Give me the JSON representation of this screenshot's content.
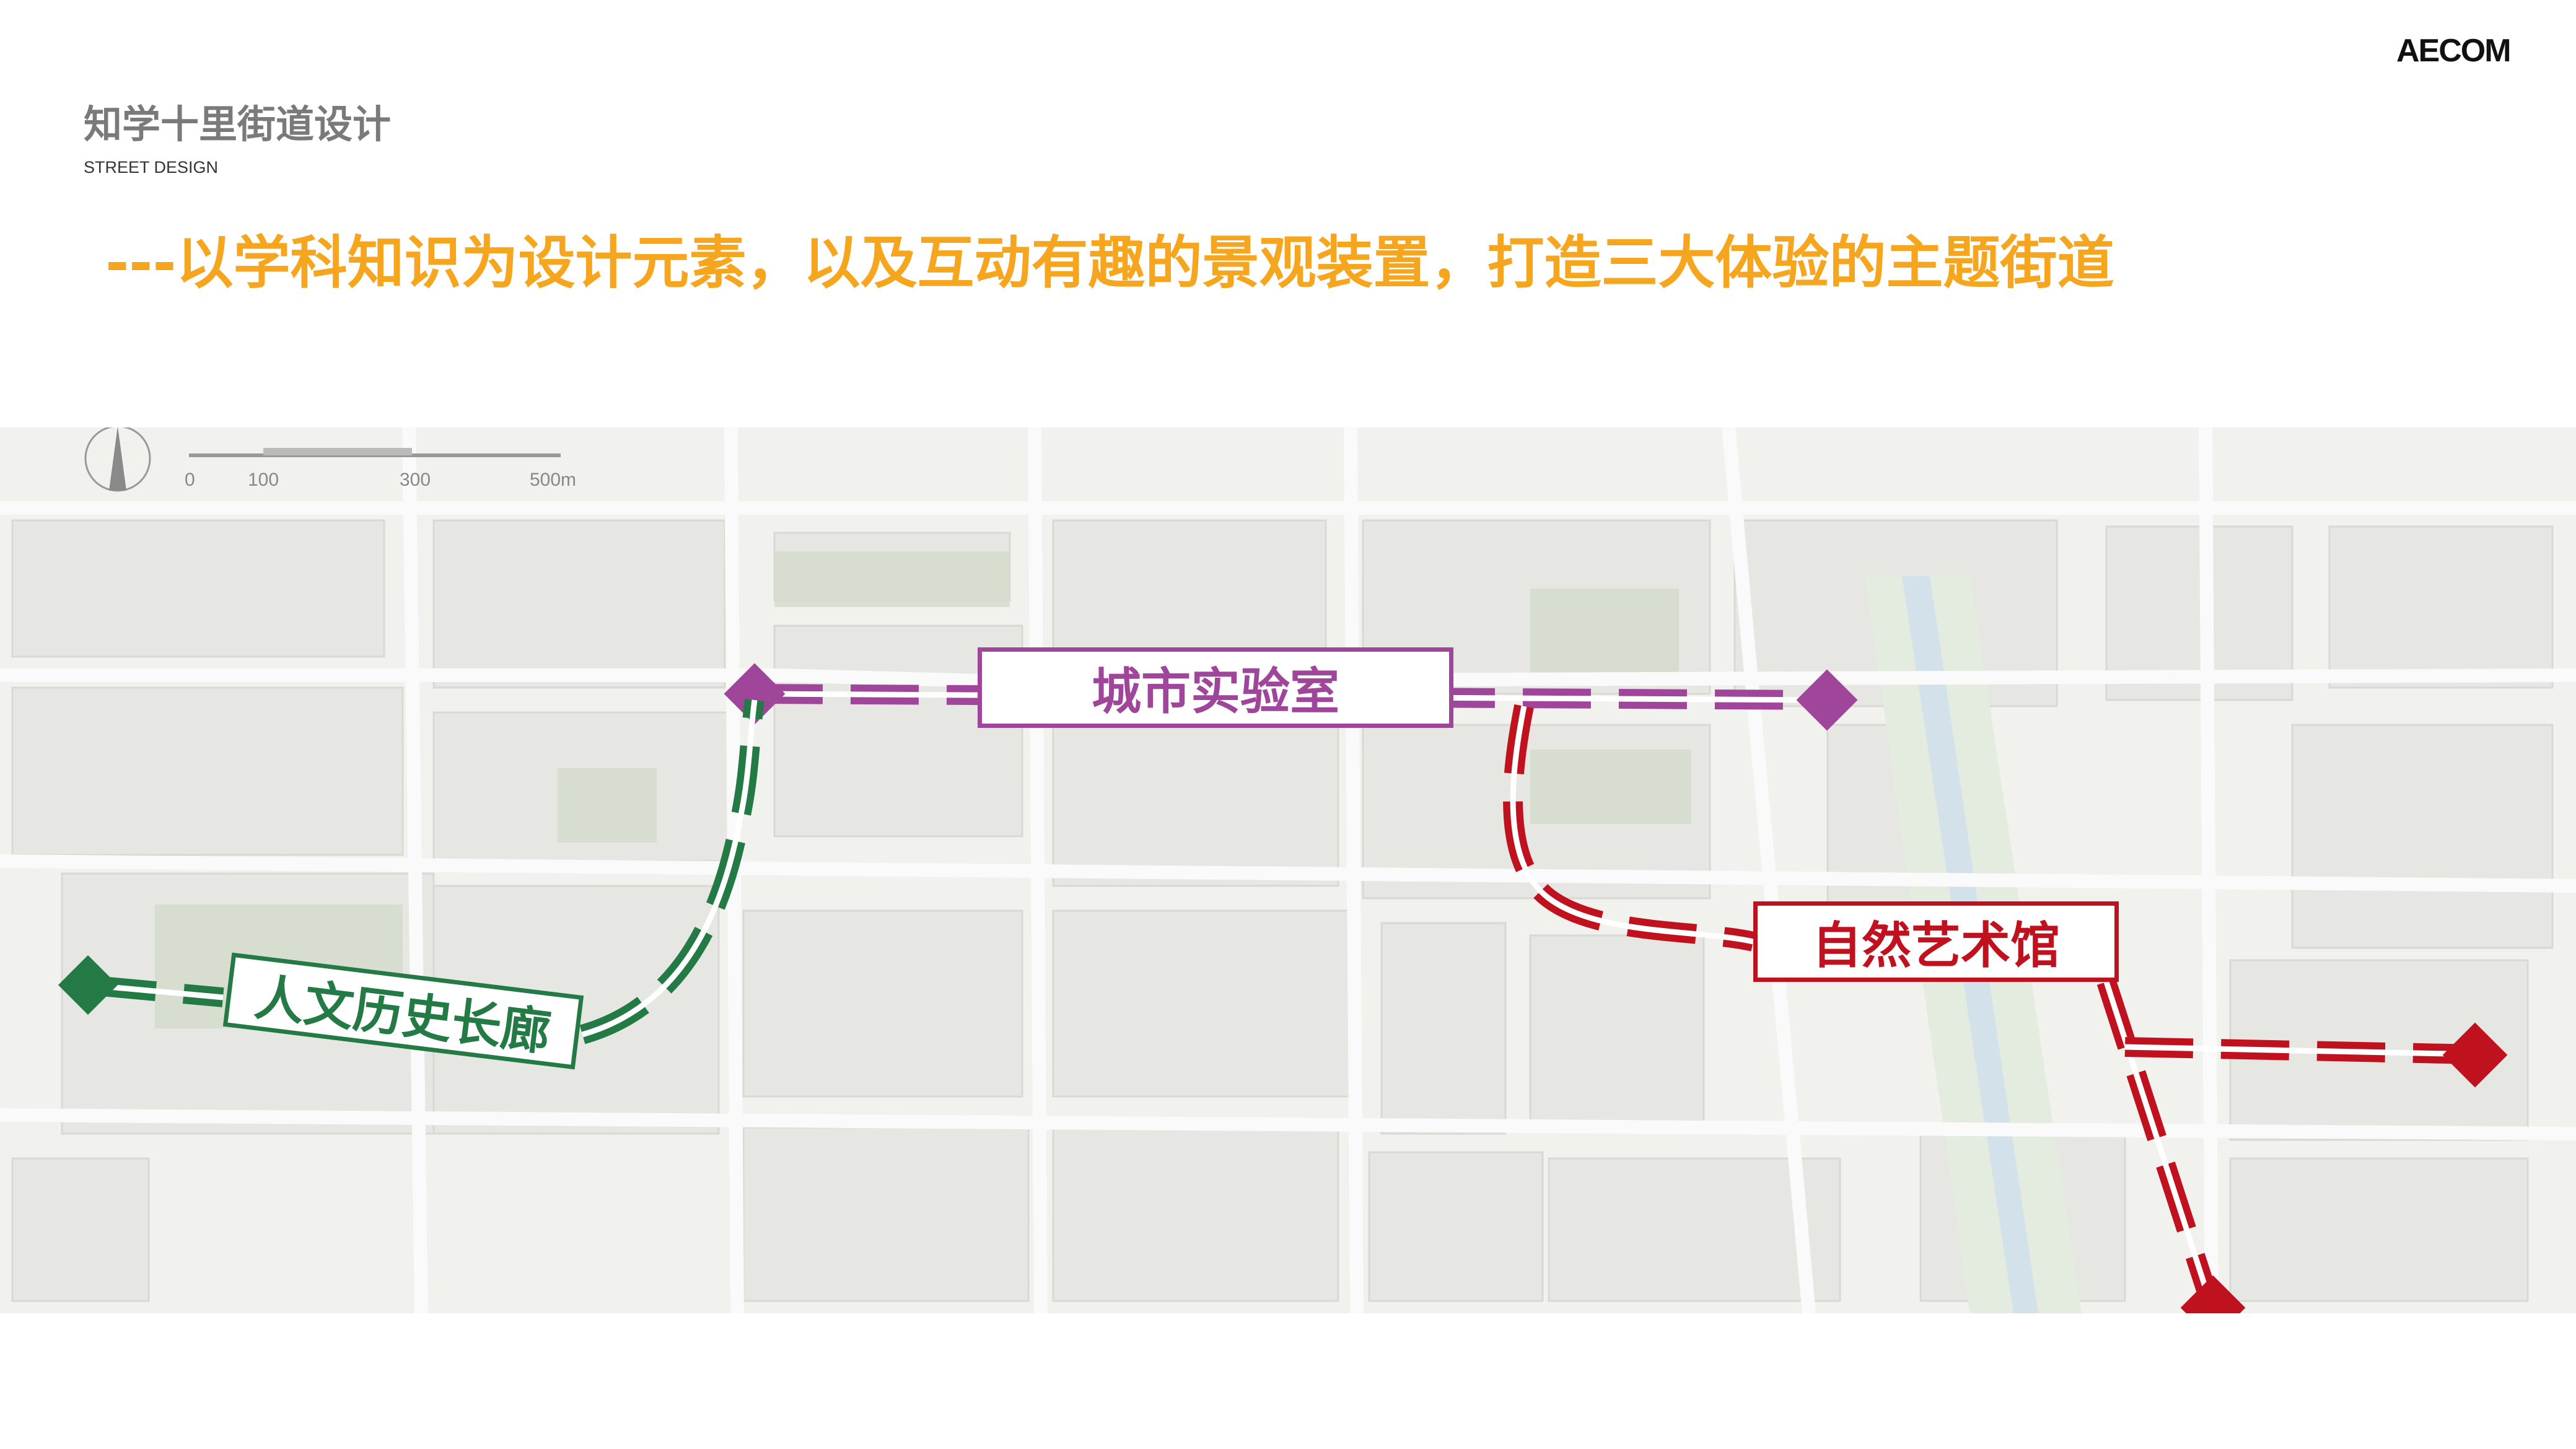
{
  "header": {
    "logo": "AECOM",
    "title": "知学十里街道设计",
    "subtitle": "STREET DESIGN",
    "headline": "---以学科知识为设计元素，以及互动有趣的景观装置，打造三大体验的主题街道"
  },
  "map": {
    "scale_labels": [
      "0",
      "100",
      "300",
      "500m"
    ],
    "routes": [
      {
        "name": "城市实验室",
        "color": "#a0469a"
      },
      {
        "name": "自然艺术馆",
        "color": "#c0121e"
      },
      {
        "name": "人文历史长廊",
        "color": "#237a45"
      }
    ]
  }
}
